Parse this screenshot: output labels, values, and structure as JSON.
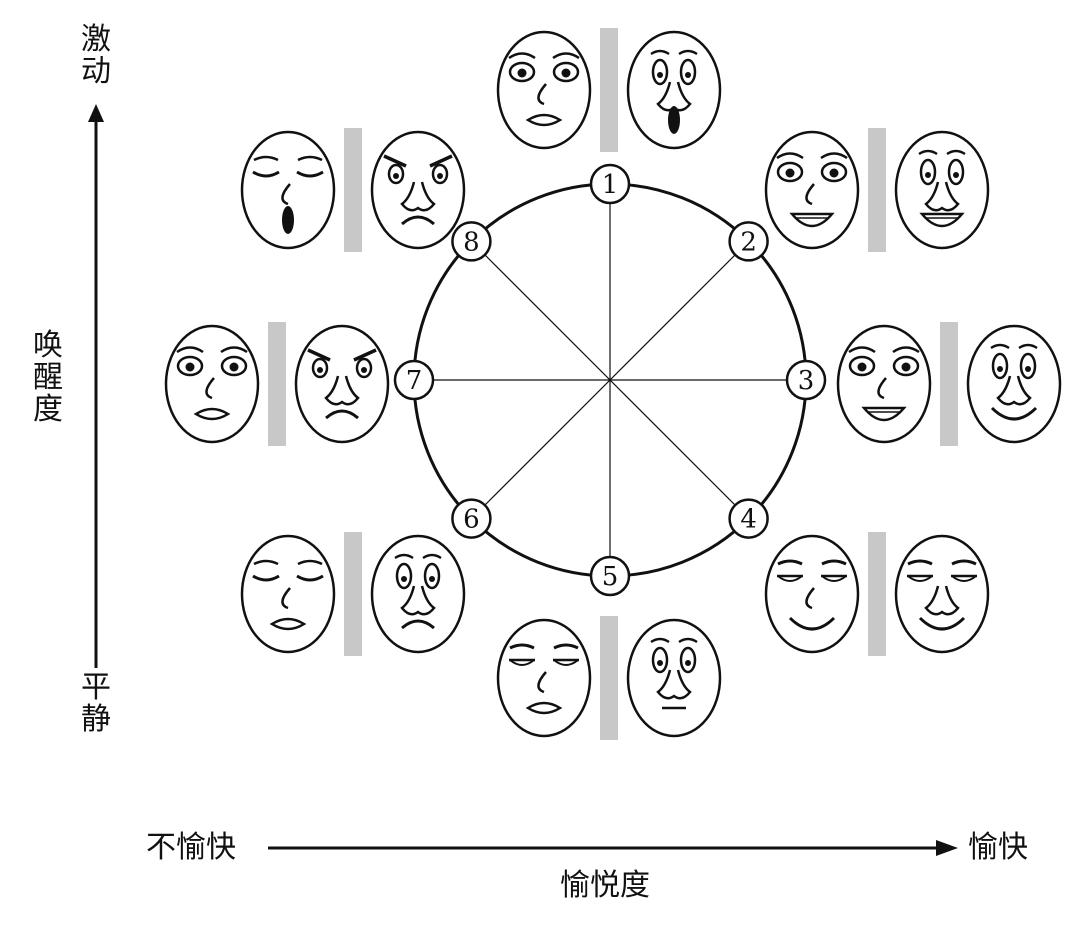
{
  "labels": {
    "y_top": "激动",
    "y_middle": "唤醒度",
    "y_bottom": "平静",
    "x_left": "不愉快",
    "x_right": "愉快",
    "x_center": "愉悦度"
  },
  "wheel_numbers": [
    "1",
    "2",
    "3",
    "4",
    "5",
    "6",
    "7",
    "8"
  ],
  "face_pairs": [
    {
      "n": "1",
      "a": "wide-eyed-worried-face-icon",
      "b": "shocked-open-mouth-face-icon"
    },
    {
      "n": "2",
      "a": "delighted-grin-face-icon",
      "b": "laughing-face-icon"
    },
    {
      "n": "3",
      "a": "cheerful-smile-face-icon",
      "b": "big-smile-face-icon"
    },
    {
      "n": "4",
      "a": "relaxed-content-face-icon",
      "b": "calm-smile-face-icon"
    },
    {
      "n": "5",
      "a": "sleepy-neutral-face-icon",
      "b": "drowsy-small-smile-face-icon"
    },
    {
      "n": "6",
      "a": "sad-closed-eyes-face-icon",
      "b": "gloomy-frown-face-icon"
    },
    {
      "n": "7",
      "a": "anxious-face-icon",
      "b": "annoyed-frown-face-icon"
    },
    {
      "n": "8",
      "a": "crying-face-icon",
      "b": "furious-face-icon"
    }
  ],
  "colors": {
    "ink": "#111111",
    "divider": "#c8c8c8"
  }
}
